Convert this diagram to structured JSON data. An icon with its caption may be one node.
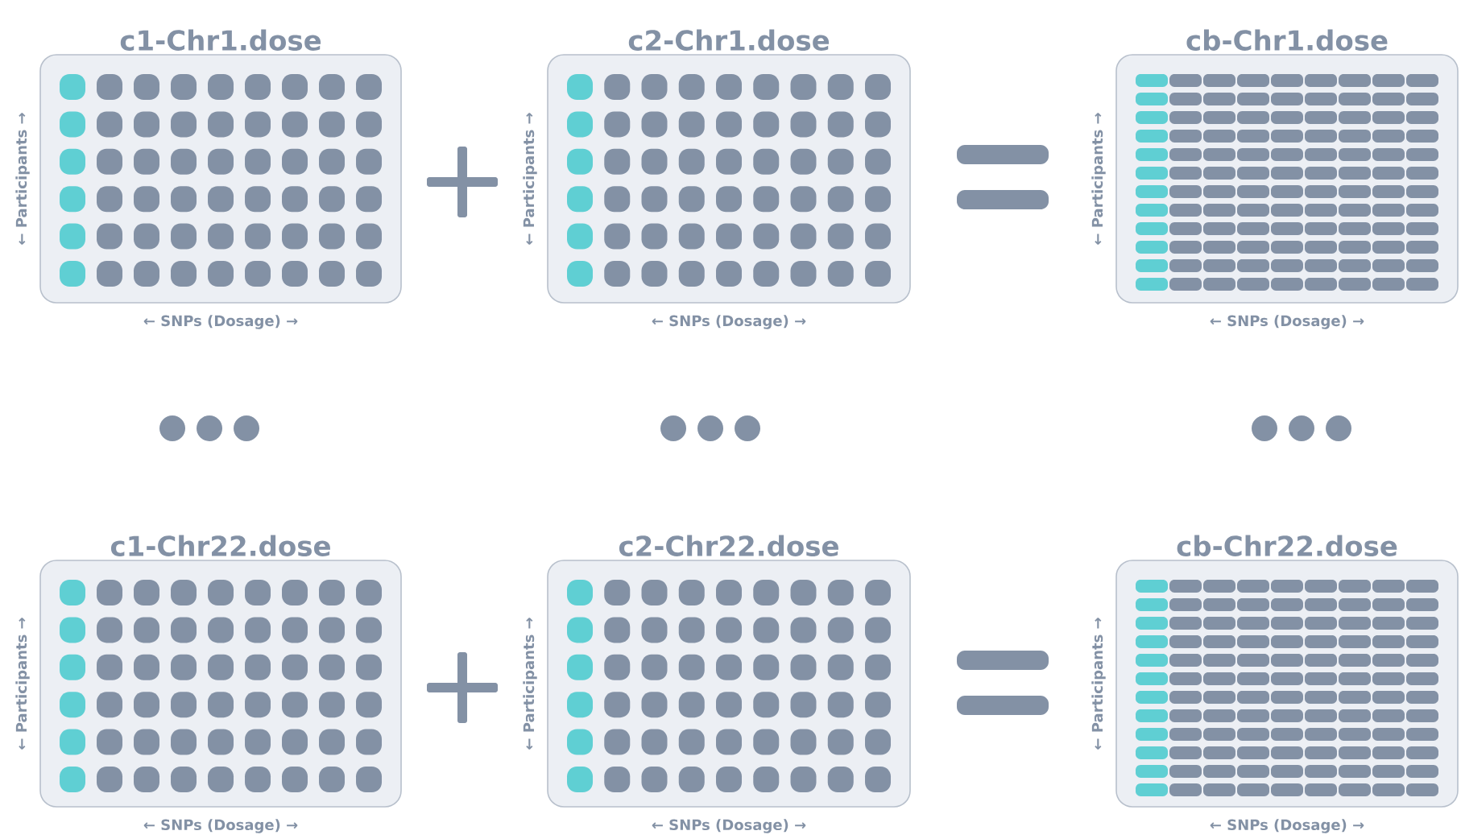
{
  "diagram": {
    "nodes": [
      {
        "text": [
          "c1-Chr1.dose"
        ],
        "beside": [
          "← Participants →",
          "← SNPs (Dosage) →"
        ]
      },
      {
        "text": [
          "c2-Chr1.dose"
        ],
        "beside": [
          "← Participants →",
          "← SNPs (Dosage) →"
        ]
      },
      {
        "text": [
          "cb-Chr1.dose"
        ],
        "beside": [
          "← Participants →",
          "← SNPs (Dosage) →"
        ]
      },
      {
        "text": [
          "c1-Chr22.dose"
        ],
        "beside": [
          "← Participants →",
          "← SNPs (Dosage) →"
        ]
      },
      {
        "text": [
          "c2-Chr22.dose"
        ],
        "beside": [
          "← Participants →",
          "← SNPs (Dosage) →"
        ]
      },
      {
        "text": [
          "cb-Chr22.dose"
        ],
        "beside": [
          "← Participants →",
          "← SNPs (Dosage) →"
        ]
      }
    ]
  }
}
